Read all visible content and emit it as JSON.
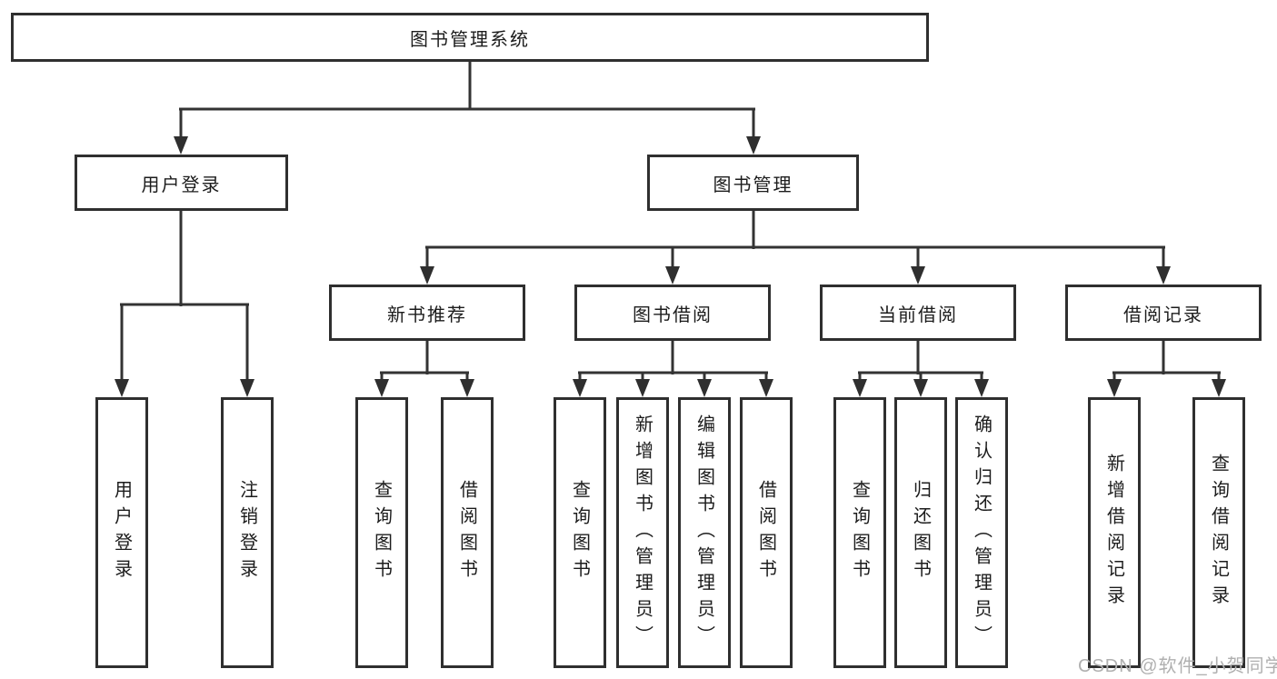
{
  "tree": {
    "root": {
      "label": "图书管理系统"
    },
    "branches": [
      {
        "label": "用户登录",
        "children": [
          {
            "label": "用户登录"
          },
          {
            "label": "注销登录"
          }
        ]
      },
      {
        "label": "图书管理",
        "children": [
          {
            "label": "新书推荐",
            "children": [
              {
                "label": "查询图书"
              },
              {
                "label": "借阅图书"
              }
            ]
          },
          {
            "label": "图书借阅",
            "children": [
              {
                "label": "查询图书"
              },
              {
                "label": "新增图书（管理员）"
              },
              {
                "label": "编辑图书（管理员）"
              },
              {
                "label": "借阅图书"
              }
            ]
          },
          {
            "label": "当前借阅",
            "children": [
              {
                "label": "查询图书"
              },
              {
                "label": "归还图书"
              },
              {
                "label": "确认归还（管理员）"
              }
            ]
          },
          {
            "label": "借阅记录",
            "children": [
              {
                "label": "新增借阅记录"
              },
              {
                "label": "查询借阅记录"
              }
            ]
          }
        ]
      }
    ]
  },
  "watermark": "CSDN @软件_小贺同学",
  "colors": {
    "line": "#333333",
    "box_border": "#2f2f2f",
    "text": "#1c1c1c",
    "watermark": "#b0b0b0",
    "background": "#ffffff"
  }
}
